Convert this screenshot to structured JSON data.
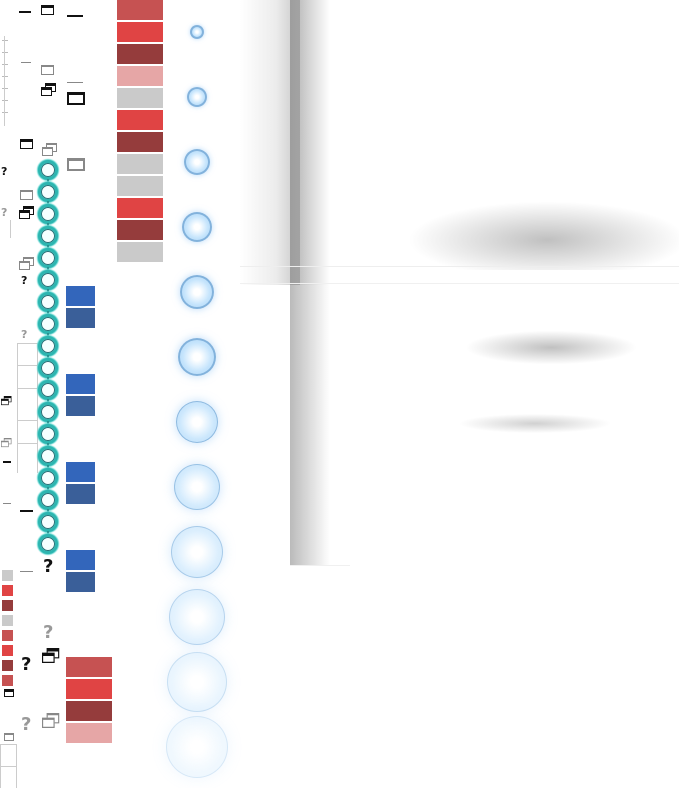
{
  "icons": {
    "minimize": "minimize-icon",
    "maximize": "maximize-icon",
    "restore": "restore-icon",
    "help": "help-icon",
    "help_glyph": "?"
  },
  "colors": {
    "red_dark": "#953c3c",
    "red": "#e04444",
    "red_mid": "#c65252",
    "red_light": "#e6a6a6",
    "gray_swatch": "#cacaca",
    "blue": "#3366bb",
    "blue_dark": "#3a5f99",
    "teal": "#2db5b0",
    "glow_blue": "#8ec5ee"
  },
  "swatch_column": [
    "red_mid",
    "red",
    "red_dark",
    "red_light",
    "gray_swatch",
    "red",
    "red_dark",
    "gray_swatch",
    "gray_swatch",
    "red",
    "red_dark",
    "gray_swatch"
  ],
  "blue_pairs": 4,
  "red_stack": [
    "red_mid",
    "red",
    "red_dark",
    "red_light"
  ],
  "mini_swatches": [
    "gray_swatch",
    "red",
    "red_dark",
    "gray_swatch",
    "red_mid",
    "red",
    "red_dark",
    "red_mid"
  ],
  "ring_count": 18,
  "glow_count": 12
}
